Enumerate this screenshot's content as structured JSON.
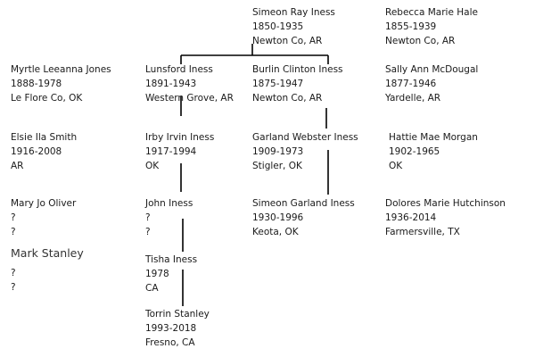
{
  "people": {
    "simeon_ray": {
      "name": "Simeon Ray Iness",
      "dates": "1850-1935",
      "place": "Newton Co, AR"
    },
    "rebecca": {
      "name": "Rebecca Marie Hale",
      "dates": "1855-1939",
      "place": "Newton Co, AR"
    },
    "myrtle": {
      "name": "Myrtle Leeanna Jones",
      "dates": "1888-1978",
      "place": "Le Flore Co, OK"
    },
    "lunsford": {
      "name": "Lunsford Iness",
      "dates": "1891-1943",
      "place": "Western Grove, AR"
    },
    "burlin": {
      "name": "Burlin Clinton Iness",
      "dates": "1875-1947",
      "place": "Newton Co, AR"
    },
    "sally": {
      "name": "Sally Ann McDougal",
      "dates": "1877-1946",
      "place": "Yardelle, AR"
    },
    "elsie": {
      "name": "Elsie Ila Smith",
      "dates": "1916-2008",
      "place": "AR"
    },
    "irby": {
      "name": "Irby Irvin Iness",
      "dates": "1917-1994",
      "place": "OK"
    },
    "garland": {
      "name": "Garland Webster Iness",
      "dates": "1909-1973",
      "place": "Stigler, OK"
    },
    "hattie": {
      "name": "Hattie Mae Morgan",
      "dates": "1902-1965",
      "place": "OK"
    },
    "mary_jo": {
      "name": "Mary Jo Oliver",
      "dates": "?",
      "place": "?"
    },
    "john": {
      "name": "John Iness",
      "dates": "?",
      "place": "?"
    },
    "simeon_garland": {
      "name": "Simeon Garland Iness",
      "dates": "1930-1996",
      "place": "Keota, OK"
    },
    "dolores": {
      "name": "Dolores Marie Hutchinson",
      "dates": "1936-2014",
      "place": "Farmersville, TX"
    },
    "mark": {
      "name": "Mark Stanley",
      "dates": "?",
      "place": "?"
    },
    "tisha": {
      "name": "Tisha Iness",
      "dates": "1978",
      "place": "CA"
    },
    "torrin": {
      "name": "Torrin Stanley",
      "dates": "1993-2018",
      "place": "Fresno, CA"
    }
  }
}
